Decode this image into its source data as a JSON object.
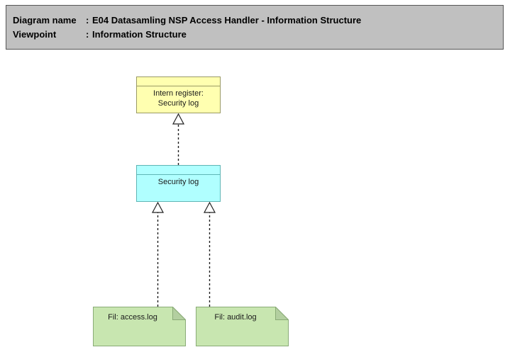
{
  "header": {
    "diagram_name_label": "Diagram name",
    "diagram_name_sep": ":",
    "diagram_name_value": "E04 Datasamling NSP Access Handler - Information Structure",
    "viewpoint_label": "Viewpoint",
    "viewpoint_sep": ":",
    "viewpoint_value": "Information Structure",
    "background_color": "#c0c0c0",
    "border_color": "#565656"
  },
  "nodes": {
    "intern_register": {
      "label": "Intern register:\nSecurity log",
      "fill_color": "#ffffb0",
      "border_color": "#9a9a66",
      "type": "business-object"
    },
    "security_log": {
      "label": "Security log",
      "fill_color": "#b0ffff",
      "border_color": "#5fb5b5",
      "type": "data-object"
    },
    "access_log": {
      "label": "Fil: access.log",
      "fill_color": "#c8e6b0",
      "border_color": "#8aab77",
      "fold_color": "#b3cfa0",
      "type": "artifact"
    },
    "audit_log": {
      "label": "Fil: audit.log",
      "fill_color": "#c8e6b0",
      "border_color": "#8aab77",
      "fold_color": "#b3cfa0",
      "type": "artifact"
    }
  },
  "relationships": [
    {
      "name": "security-log-realizes-intern-register",
      "from": "security_log",
      "to": "intern_register",
      "style": "realization",
      "line": "dashed",
      "arrowhead": "hollow-triangle"
    },
    {
      "name": "access-log-realizes-security-log",
      "from": "access_log",
      "to": "security_log",
      "style": "realization",
      "line": "dashed",
      "arrowhead": "hollow-triangle"
    },
    {
      "name": "audit-log-realizes-security-log",
      "from": "audit_log",
      "to": "security_log",
      "style": "realization",
      "line": "dashed",
      "arrowhead": "hollow-triangle"
    }
  ]
}
